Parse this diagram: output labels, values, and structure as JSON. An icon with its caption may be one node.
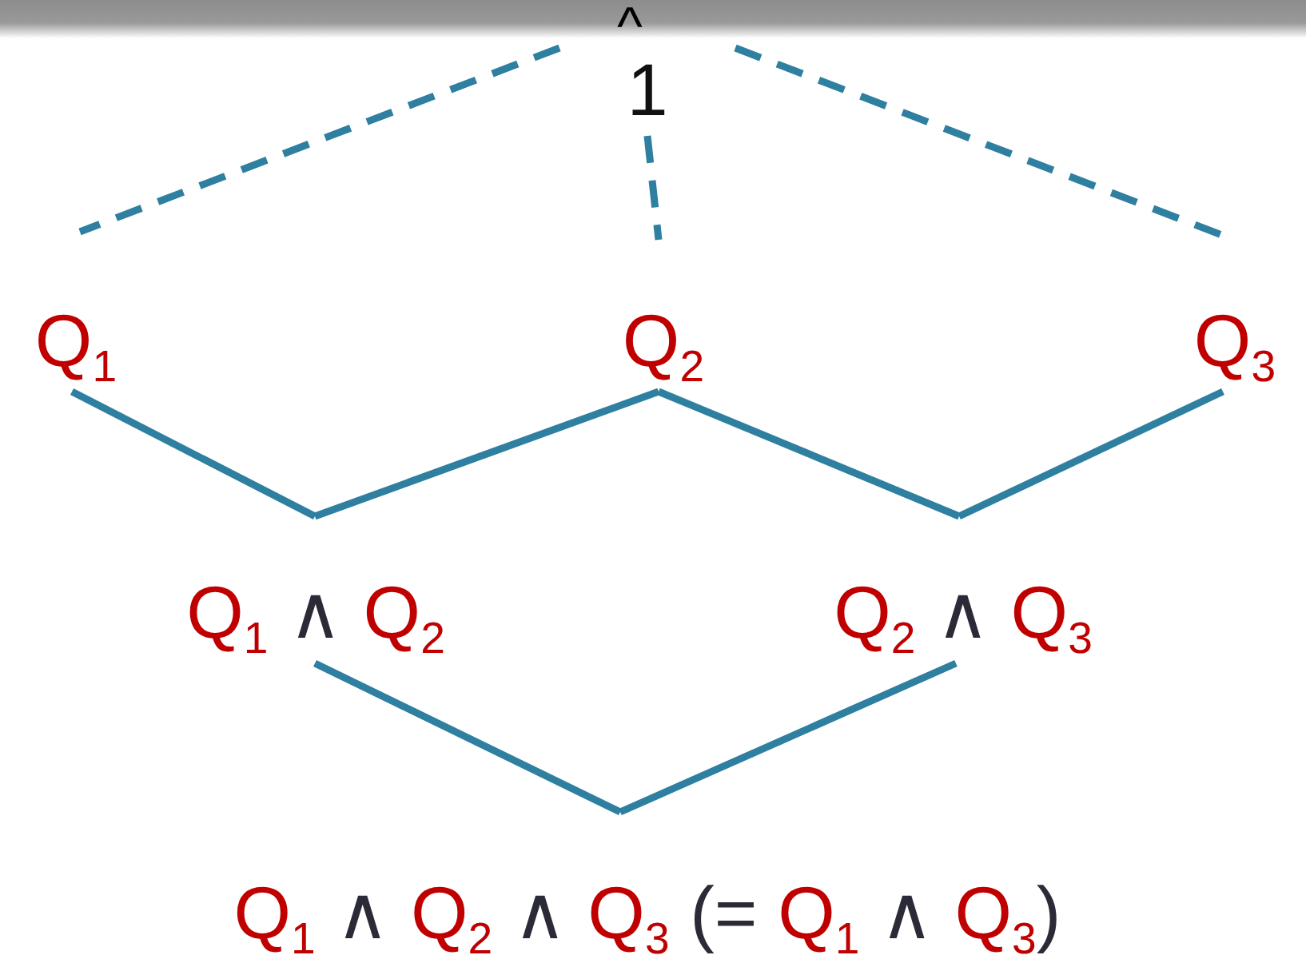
{
  "diagram": {
    "nodes": [
      {
        "text": [
          "1"
        ]
      },
      {
        "text": [
          "Q$_{1}$"
        ]
      },
      {
        "text": [
          "Q$_{2}$"
        ]
      },
      {
        "text": [
          "Q$_{3}$"
        ]
      },
      {
        "text": [
          "Q$_{1}$ ∧ Q$_{2}$"
        ]
      },
      {
        "text": [
          "Q$_{2}$ ∧ Q$_{3}$"
        ]
      },
      {
        "text": [
          "Q$_{1}$ ∧ Q$_{2}$ ∧ Q$_{3}$ (= Q$_{1}$ ∧ Q$_{3}$)"
        ]
      }
    ],
    "edges": [
      {
        "from": 0,
        "to": 1,
        "arrow": "none",
        "style": "dashed"
      },
      {
        "from": 0,
        "to": 2,
        "arrow": "none",
        "style": "dashed"
      },
      {
        "from": 0,
        "to": 3,
        "arrow": "none",
        "style": "dashed"
      },
      {
        "from": 1,
        "to": 4,
        "arrow": "none"
      },
      {
        "from": 2,
        "to": 4,
        "arrow": "none"
      },
      {
        "from": 2,
        "to": 5,
        "arrow": "none"
      },
      {
        "from": 3,
        "to": 5,
        "arrow": "none"
      },
      {
        "from": 4,
        "to": 6,
        "arrow": "none"
      },
      {
        "from": 5,
        "to": 6,
        "arrow": "none"
      }
    ],
    "labels": [
      "^"
    ]
  }
}
